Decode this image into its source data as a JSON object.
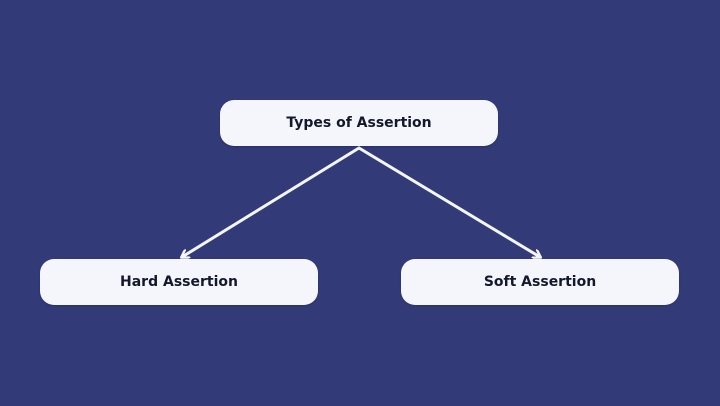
{
  "diagram": {
    "root": {
      "label": "Types of Assertion"
    },
    "children": [
      {
        "label": "Hard Assertion"
      },
      {
        "label": "Soft Assertion"
      }
    ]
  },
  "colors": {
    "background": "#323a78",
    "node_fill": "#f4f6fb",
    "node_text": "#14182c",
    "arrow": "#f4f6fb"
  }
}
